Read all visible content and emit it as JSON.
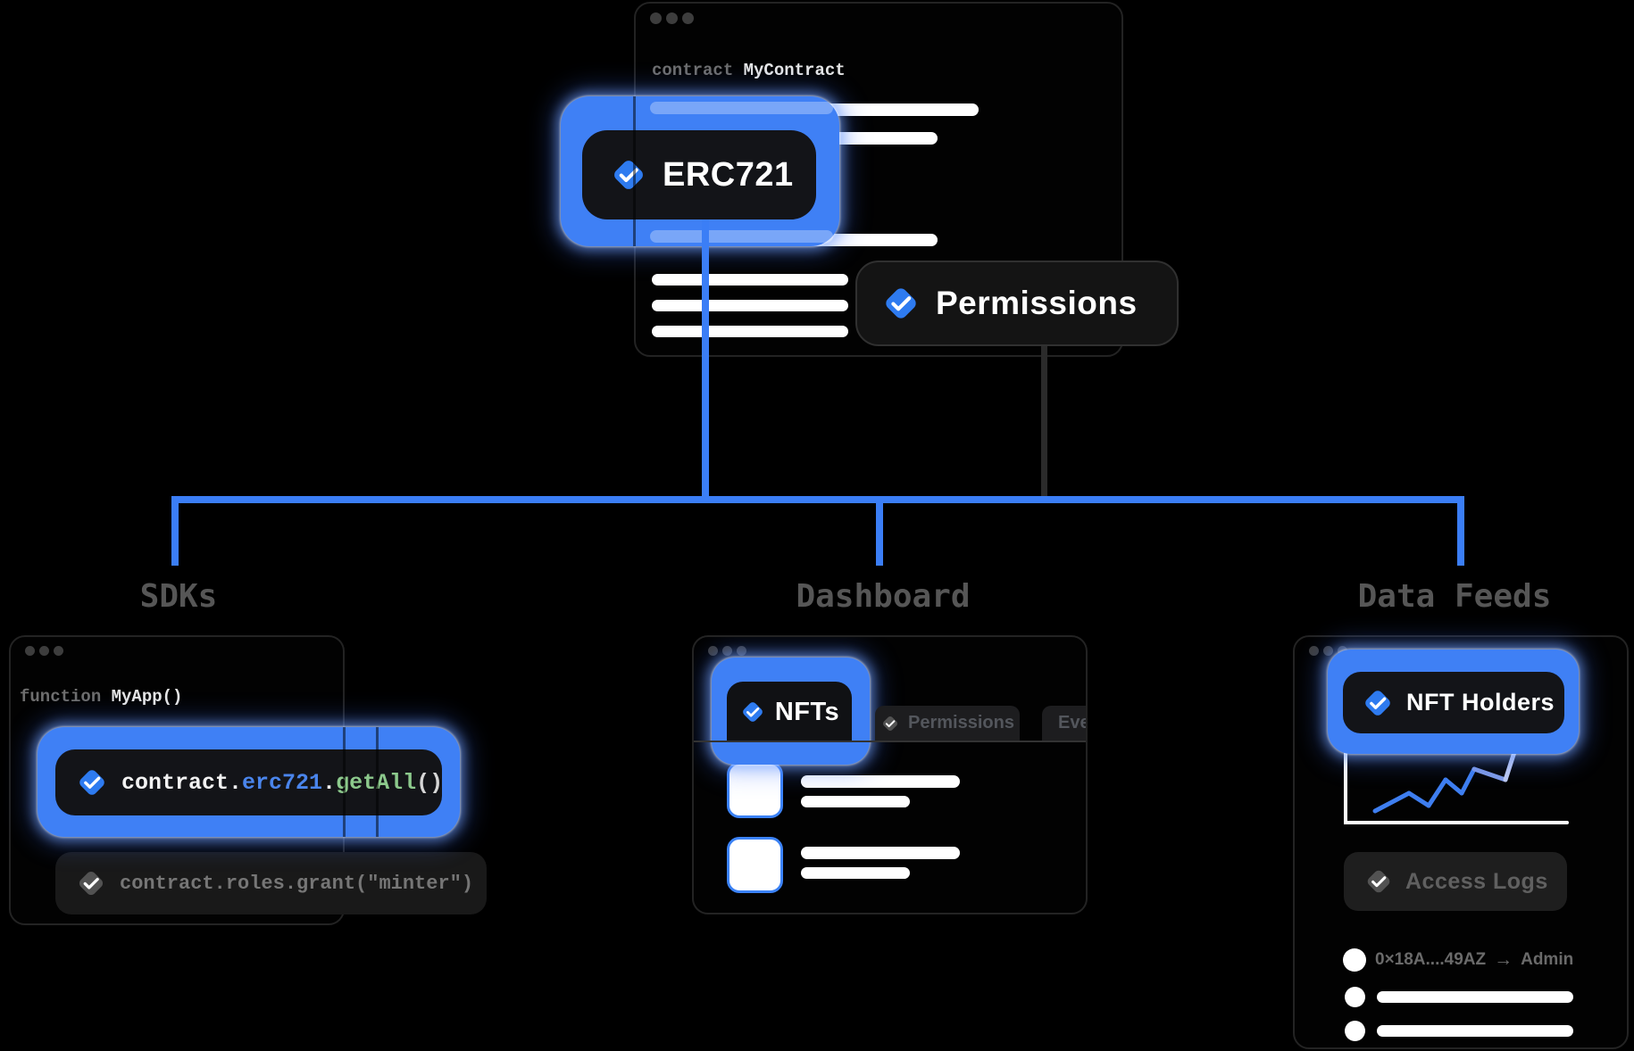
{
  "colors": {
    "accent": "#3B7EF6",
    "glow_blue": "#3F80F5",
    "diamond_blue": "#2E7BF0",
    "diamond_gray": "#525252",
    "code_blue": "#4A85EC",
    "code_green": "#8CC98C"
  },
  "contract_window": {
    "keyword": "contract",
    "name": "MyContract",
    "erc721_badge": "ERC721",
    "permissions_badge": "Permissions"
  },
  "branches": {
    "sdks": "SDKs",
    "dashboard": "Dashboard",
    "data_feeds": "Data Feeds"
  },
  "sdk_window": {
    "keyword": "function",
    "name": "MyApp()",
    "highlight_code": {
      "obj": "contract.",
      "module": "erc721",
      "dot": ".",
      "method": "getAll",
      "parens": "()"
    },
    "secondary_code": "contract.roles.grant(\"minter\")"
  },
  "dashboard_window": {
    "tab_nfts": "NFTs",
    "tab_permissions": "Permissions",
    "tab_events": "Eve"
  },
  "feeds_window": {
    "badge": "NFT Holders",
    "access_logs": "Access Logs",
    "log_row": {
      "address": "0×18A....49AZ",
      "arrow": "→",
      "role": "Admin"
    },
    "chart": {
      "type": "line",
      "points_x": [
        37,
        75,
        97,
        116,
        134,
        148,
        183,
        193
      ],
      "points_y": [
        71,
        51,
        65,
        36,
        51,
        24,
        36,
        5
      ],
      "segment_colors": [
        "#3E7EF0",
        "#3E7EF0",
        "#3E7EF0",
        "#3E7EF0",
        "#3E7EF0",
        "#7E9AE6",
        "#BCC8F0"
      ]
    }
  }
}
